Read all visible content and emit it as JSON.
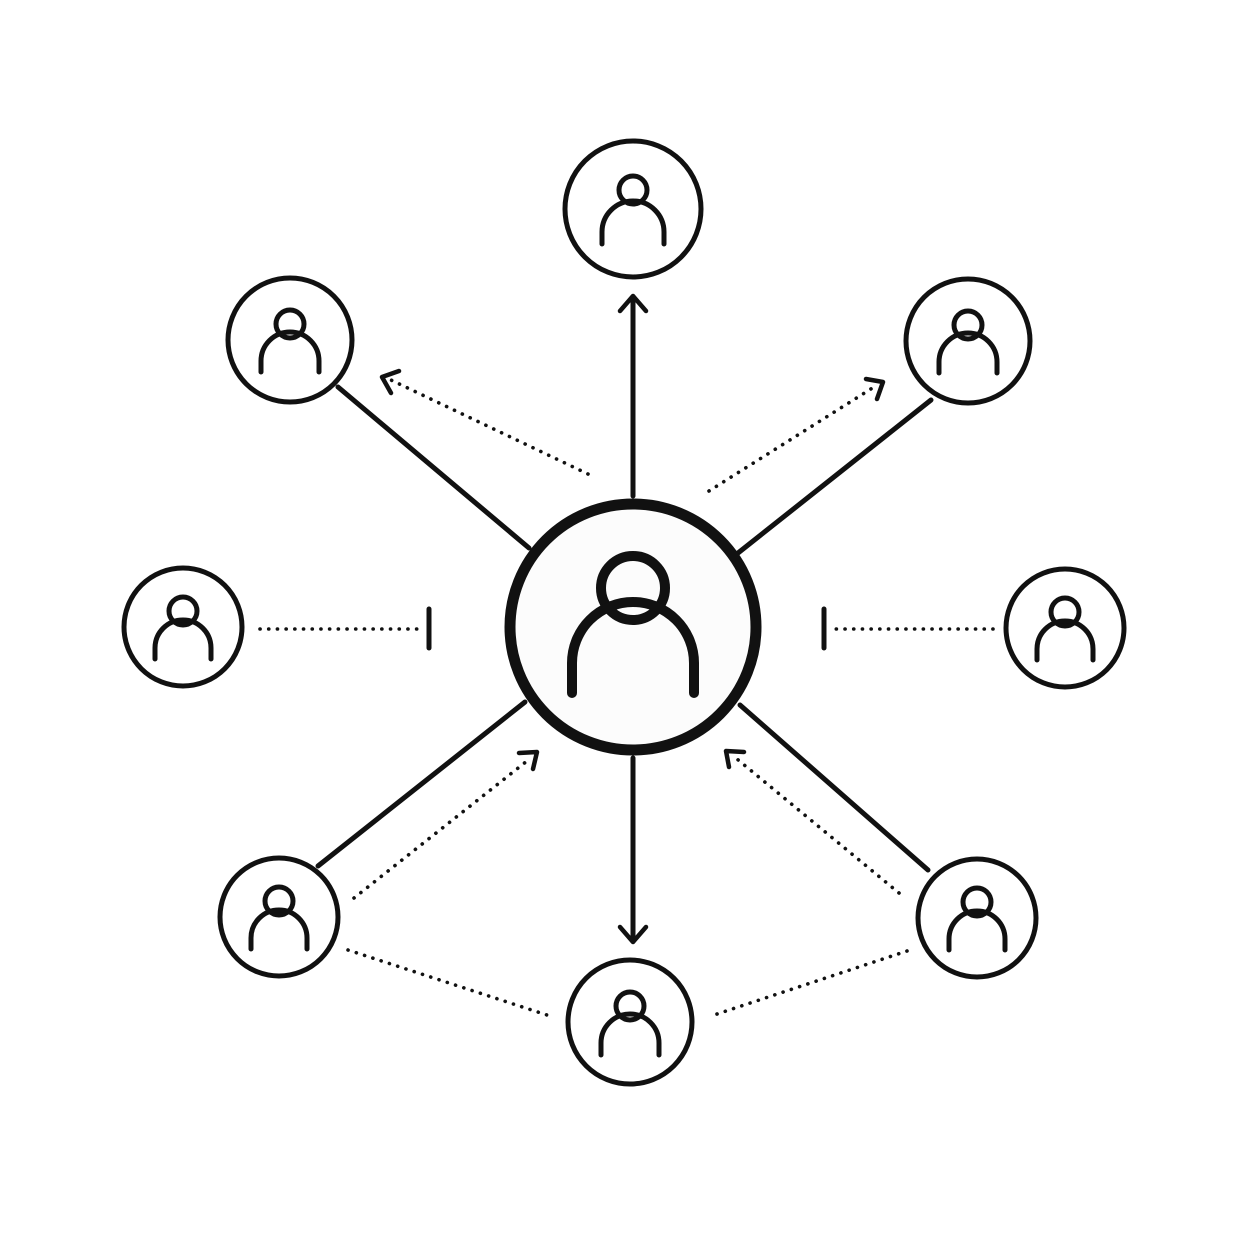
{
  "diagram": {
    "colors": {
      "stroke": "#111111",
      "background": "#ffffff",
      "hub_fill": "#fcfcfc"
    },
    "hub": {
      "id": "hub",
      "icon": "person-icon"
    },
    "nodes": [
      {
        "id": "top",
        "icon": "person-icon"
      },
      {
        "id": "upper-left",
        "icon": "person-icon"
      },
      {
        "id": "upper-right",
        "icon": "person-icon"
      },
      {
        "id": "left",
        "icon": "person-icon"
      },
      {
        "id": "right",
        "icon": "person-icon"
      },
      {
        "id": "lower-left",
        "icon": "person-icon"
      },
      {
        "id": "lower-right",
        "icon": "person-icon"
      },
      {
        "id": "bottom",
        "icon": "person-icon"
      }
    ],
    "links": [
      {
        "from": "hub",
        "to": "top",
        "style": "solid",
        "end": "arrow"
      },
      {
        "from": "hub",
        "to": "bottom",
        "style": "solid",
        "end": "arrow"
      },
      {
        "from": "hub",
        "to": "upper-left",
        "style": "solid",
        "end": "none"
      },
      {
        "from": "hub",
        "to": "upper-right",
        "style": "solid",
        "end": "none"
      },
      {
        "from": "hub",
        "to": "lower-left",
        "style": "solid",
        "end": "none"
      },
      {
        "from": "hub",
        "to": "lower-right",
        "style": "solid",
        "end": "none"
      },
      {
        "from": "hub",
        "to": "upper-left",
        "style": "dotted",
        "end": "arrow"
      },
      {
        "from": "hub",
        "to": "upper-right",
        "style": "dotted",
        "end": "arrow"
      },
      {
        "from": "left",
        "to": "hub",
        "style": "dotted",
        "end": "bar"
      },
      {
        "from": "right",
        "to": "hub",
        "style": "dotted",
        "end": "bar"
      },
      {
        "from": "lower-left",
        "to": "hub",
        "style": "dotted",
        "end": "arrow"
      },
      {
        "from": "lower-right",
        "to": "hub",
        "style": "dotted",
        "end": "arrow"
      },
      {
        "from": "lower-left",
        "to": "bottom",
        "style": "dotted",
        "end": "none"
      },
      {
        "from": "lower-right",
        "to": "bottom",
        "style": "dotted",
        "end": "none"
      }
    ]
  }
}
